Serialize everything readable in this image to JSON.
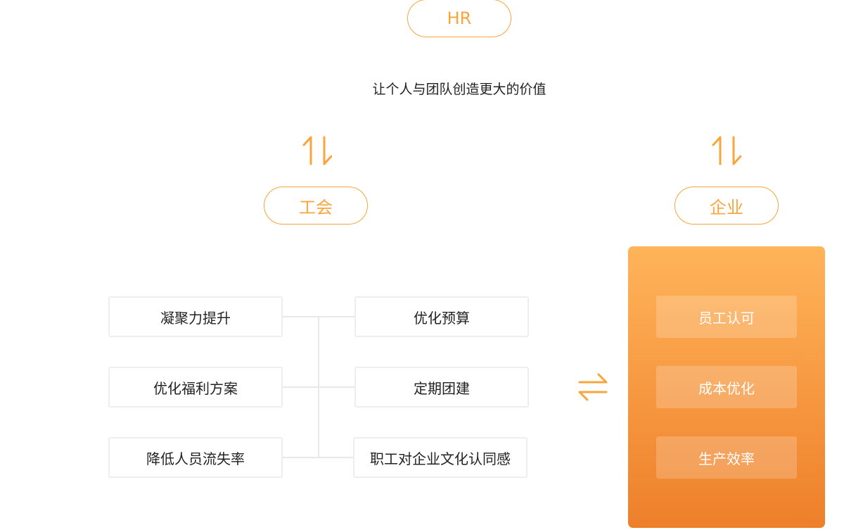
{
  "top": {
    "label": "HR",
    "subtitle": "让个人与团队创造更大的价值"
  },
  "left_node": {
    "label": "工会"
  },
  "right_node": {
    "label": "企业"
  },
  "left_column": [
    "凝聚力提升",
    "优化福利方案",
    "降低人员流失率"
  ],
  "middle_column": [
    "优化预算",
    "定期团建",
    "职工对企业文化认同感"
  ],
  "panel_items": [
    "员工认可",
    "成本优化",
    "生产效率"
  ],
  "colors": {
    "accent": "#f9a53c",
    "panel_top": "#ffb45a",
    "panel_bottom": "#ee7f2a"
  },
  "icons": {
    "vertical_exchange": "arrows-up-down-icon",
    "horizontal_exchange": "arrows-left-right-icon"
  }
}
